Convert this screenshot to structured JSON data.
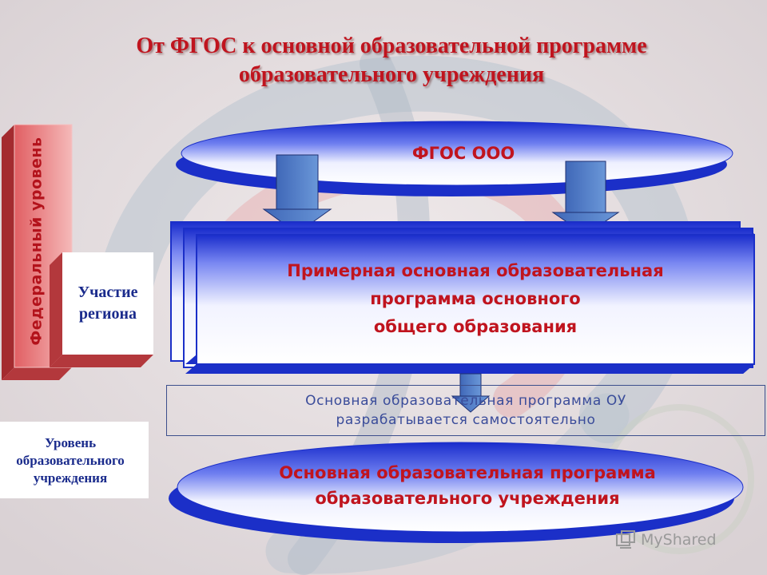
{
  "title": {
    "line1": "От ФГОС к основной образовательной программе",
    "line2": "образовательного учреждения"
  },
  "levels": {
    "federal": "Федеральный уровень",
    "region": "Участие\nрегиона",
    "institution": "Уровень\nобразовательного\nучреждения"
  },
  "blocks": {
    "fgos": "ФГОС ООО",
    "poop": "Примерная основная образовательная\nпрограмма  основного\nобщего образования",
    "note": "Основная образовательная программа ОУ\nразрабатывается самостоятельно",
    "oop": "Основная образовательная программа\nобразовательного учреждения"
  },
  "watermark": {
    "text": "MyShared",
    "icon": "myshared-logo-icon"
  },
  "colors": {
    "title_red": "#c0141e",
    "label_blue": "#1a2b8c",
    "shape_blue": "#1b2fc8",
    "arrow_blue": "#4a7cc4",
    "level_pink": "#e8797b"
  }
}
